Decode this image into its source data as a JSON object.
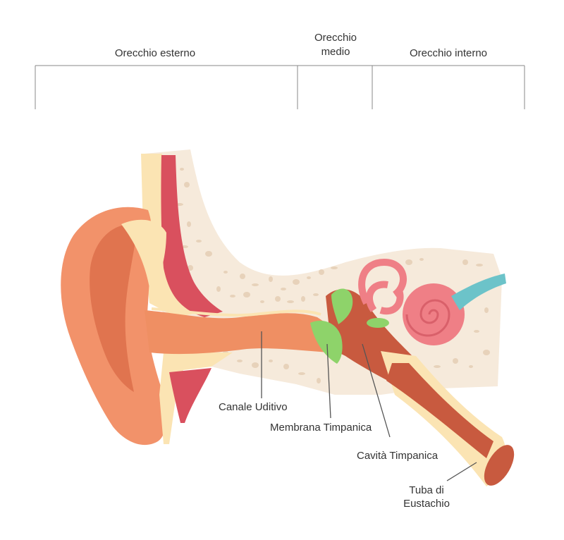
{
  "sections": [
    {
      "id": "outer",
      "label": "Orecchio esterno"
    },
    {
      "id": "middle",
      "line1": "Orecchio",
      "line2": "medio"
    },
    {
      "id": "inner",
      "label": "Orecchio interno"
    }
  ],
  "callouts": {
    "canal": "Canale Uditivo",
    "membrane": "Membrana Timpanica",
    "cavity": "Cavità Timpanica",
    "tube_line1": "Tuba di",
    "tube_line2": "Eustachio"
  },
  "colors": {
    "skin": "#f2926a",
    "skin_dark": "#e0744f",
    "bone": "#f6eadb",
    "bone_hole": "#e7d2ba",
    "cartilage": "#fbe4b3",
    "muscle": "#d9505e",
    "canal": "#ef8f63",
    "eardrum": "#8ed36a",
    "cavity": "#c85a3f",
    "cochlea": "#ef7f86",
    "nerve": "#6cc3c9",
    "line": "#555555"
  }
}
